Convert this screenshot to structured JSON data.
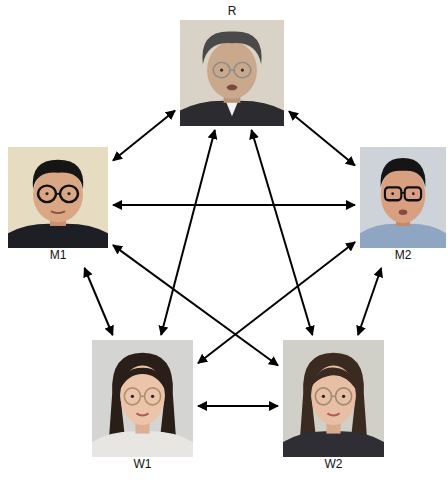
{
  "diagram": {
    "nodes": [
      {
        "text": [
          "R"
        ]
      },
      {
        "text": [
          "M1"
        ]
      },
      {
        "text": [
          "M2"
        ]
      },
      {
        "text": [
          "W1"
        ]
      },
      {
        "text": [
          "W2"
        ]
      }
    ],
    "edges": [
      {
        "from": 0,
        "to": 1,
        "arrow": "both"
      },
      {
        "from": 0,
        "to": 2,
        "arrow": "both"
      },
      {
        "from": 0,
        "to": 3,
        "arrow": "both"
      },
      {
        "from": 0,
        "to": 4,
        "arrow": "both"
      },
      {
        "from": 1,
        "to": 2,
        "arrow": "both"
      },
      {
        "from": 1,
        "to": 3,
        "arrow": "both"
      },
      {
        "from": 1,
        "to": 4,
        "arrow": "both"
      },
      {
        "from": 2,
        "to": 3,
        "arrow": "both"
      },
      {
        "from": 2,
        "to": 4,
        "arrow": "both"
      },
      {
        "from": 3,
        "to": 4,
        "arrow": "both"
      }
    ]
  }
}
